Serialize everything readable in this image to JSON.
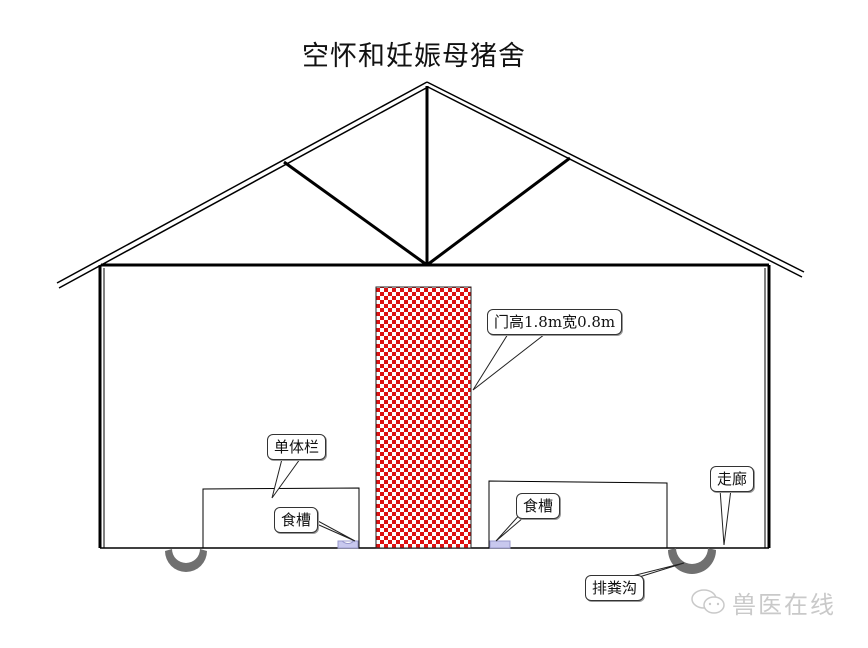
{
  "title": "空怀和妊娠母猪舍",
  "labels": {
    "door": "门高1.8m宽0.8m",
    "pen": "单体栏",
    "trough_left": "食槽",
    "trough_right": "食槽",
    "corridor": "走廊",
    "drain": "排粪沟"
  },
  "watermark": "兽医在线",
  "colors": {
    "line": "#000000",
    "door_red": "#cc1111",
    "trough_fill": "#c8c8ee",
    "drain_fill": "#707070",
    "watermark": "#c9c9c9"
  }
}
